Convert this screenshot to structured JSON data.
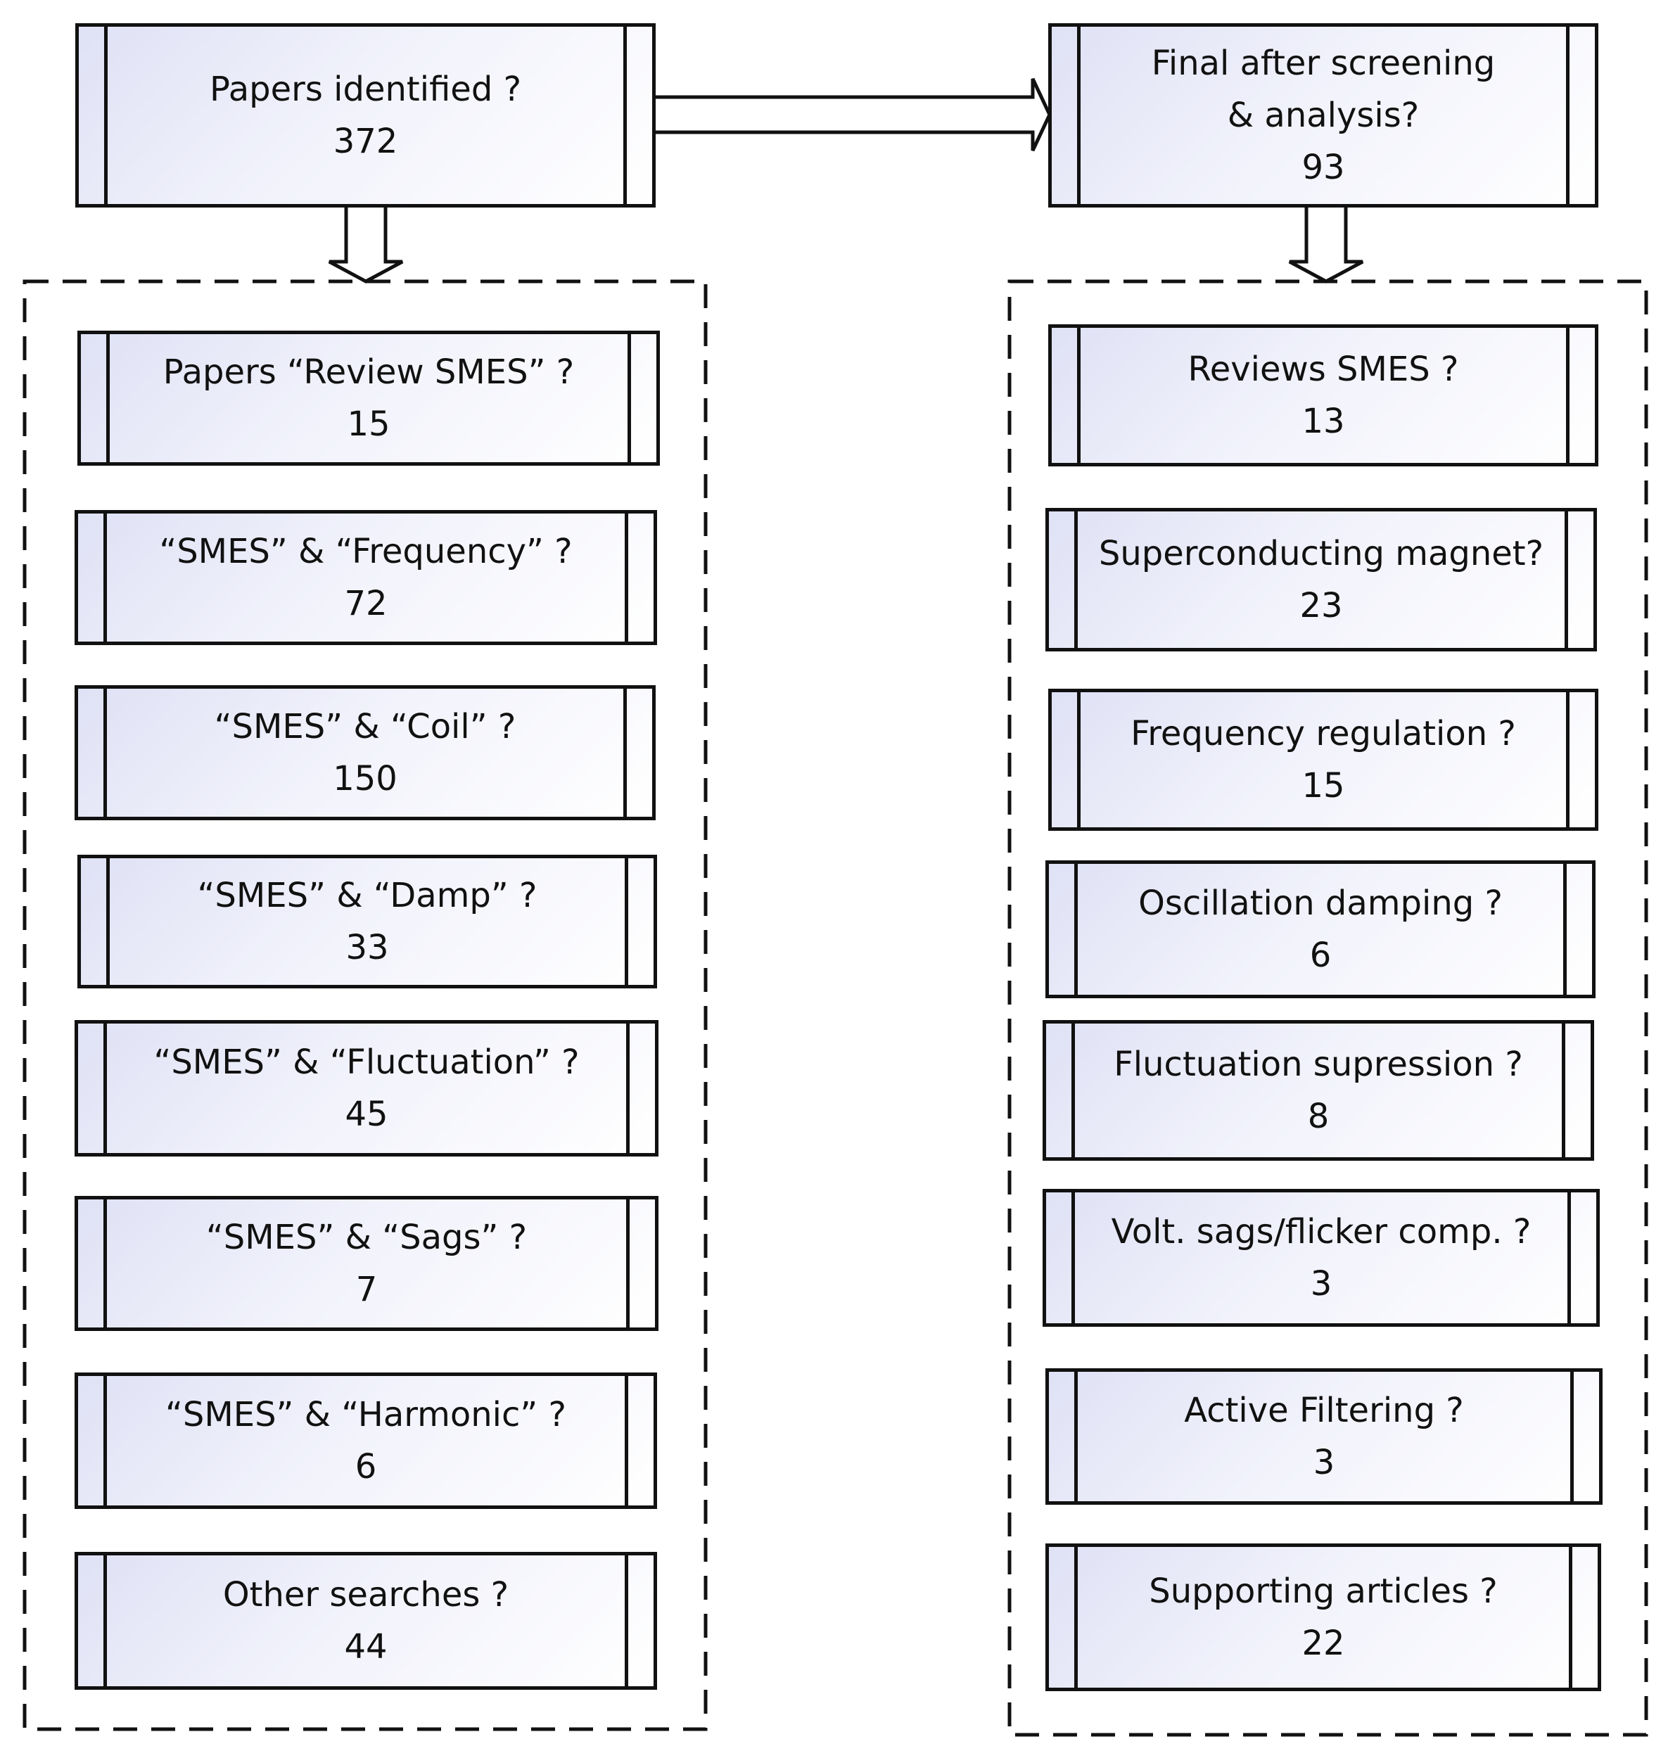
{
  "source": {
    "label": "Papers identified ?",
    "count": "372"
  },
  "final": {
    "label_line1": "Final after screening",
    "label_line2": "& analysis?",
    "count": "93"
  },
  "searches": [
    {
      "label": "Papers “Review SMES” ?",
      "count": "15"
    },
    {
      "label": "“SMES” & “Frequency” ?",
      "count": "72"
    },
    {
      "label": "“SMES” & “Coil” ?",
      "count": "150"
    },
    {
      "label": "“SMES” & “Damp” ?",
      "count": "33"
    },
    {
      "label": "“SMES” & “Fluctuation” ?",
      "count": "45"
    },
    {
      "label": "“SMES” & “Sags” ?",
      "count": "7"
    },
    {
      "label": "“SMES” & “Harmonic” ?",
      "count": "6"
    },
    {
      "label": "Other searches ?",
      "count": "44"
    }
  ],
  "categories": [
    {
      "label": "Reviews SMES ?",
      "count": "13"
    },
    {
      "label": "Superconducting magnet?",
      "count": "23"
    },
    {
      "label": "Frequency regulation ?",
      "count": "15"
    },
    {
      "label": "Oscillation damping ?",
      "count": "6"
    },
    {
      "label": "Fluctuation supression ?",
      "count": "8"
    },
    {
      "label": "Volt. sags/flicker comp. ?",
      "count": "3"
    },
    {
      "label": "Active Filtering ?",
      "count": "3"
    },
    {
      "label": "Supporting articles ?",
      "count": "22"
    }
  ]
}
